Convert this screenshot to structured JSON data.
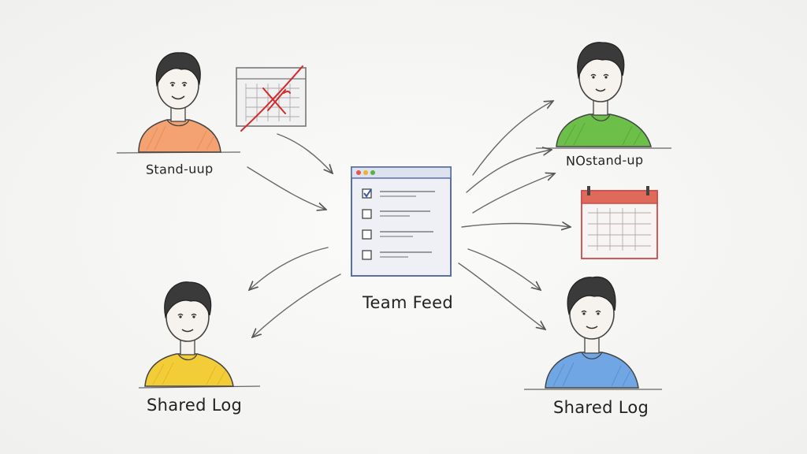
{
  "labels": {
    "top_left": "Stand-uup",
    "top_right": "NOstand-up",
    "center": "Team Feed",
    "bottom_left": "Shared Log",
    "bottom_right": "Shared Log"
  },
  "colors": {
    "shirt_top_left": "#f4a271",
    "shirt_top_right": "#6cc04a",
    "shirt_bottom_left": "#f2cd38",
    "shirt_bottom_right": "#6fa6e3",
    "calendar_cross": "#d42a2a",
    "calendar_header": "#e06a5a",
    "window_frame": "#5a6fa8",
    "check_blue": "#3b55a8"
  },
  "icons": {
    "crossed_calendar": "calendar-crossed-icon",
    "calendar": "calendar-icon",
    "feed_window": "browser-window-icon",
    "checkbox": "checkbox-icon"
  }
}
